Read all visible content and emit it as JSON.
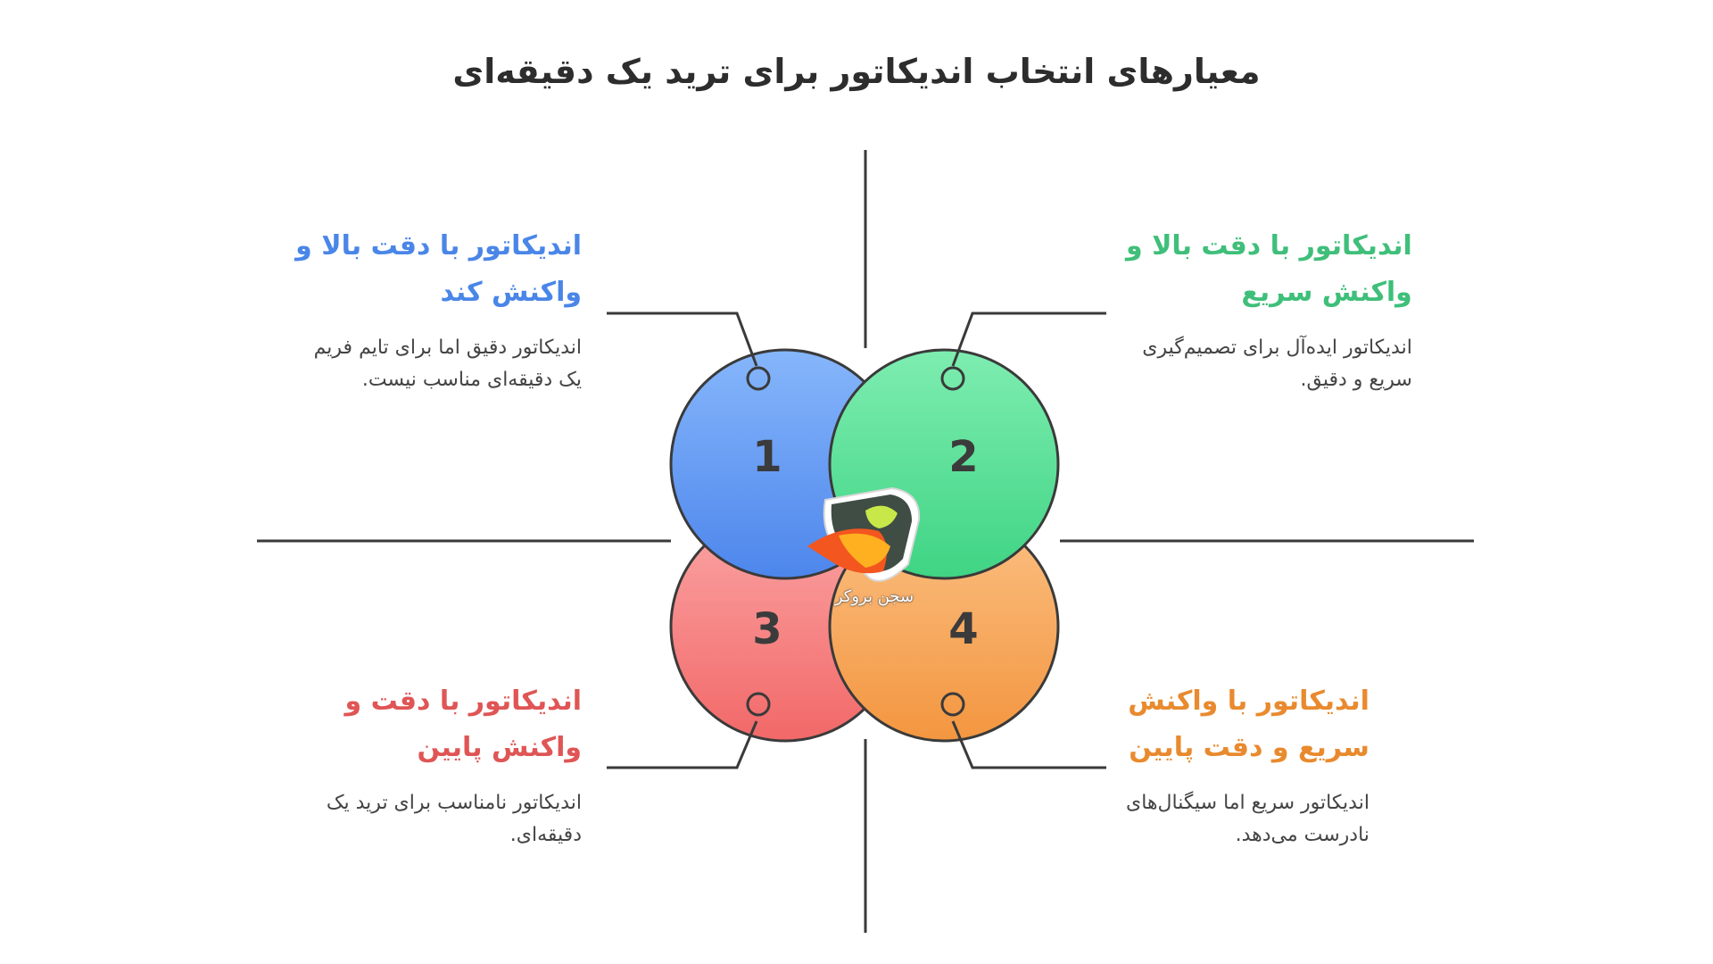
{
  "title": "معیارهای انتخاب اندیکاتور برای ترید یک دقیقه‌ای",
  "logo_text": "سجن بروکر",
  "items": [
    {
      "number": "1",
      "heading_line1": "اندیکاتور با دقت بالا و",
      "heading_line2": "واکنش کند",
      "desc_line1": "اندیکاتور دقیق اما برای تایم فریم",
      "desc_line2": "یک دقیقه‌ای مناسب نیست.",
      "color": "#5a95f0",
      "heading_color": "#4a86e8"
    },
    {
      "number": "2",
      "heading_line1": "اندیکاتور با دقت بالا و",
      "heading_line2": "واکنش سریع",
      "desc_line1": "اندیکاتور ایده‌آل برای تصمیم‌گیری",
      "desc_line2": "سریع و دقیق.",
      "color": "#52dc8f",
      "heading_color": "#3fbf7a"
    },
    {
      "number": "3",
      "heading_line1": "اندیکاتور با دقت و",
      "heading_line2": "واکنش پایین",
      "desc_line1": "اندیکاتور نامناسب برای ترید یک",
      "desc_line2": "دقیقه‌ای.",
      "color": "#f57c7c",
      "heading_color": "#e05555"
    },
    {
      "number": "4",
      "heading_line1": "اندیکاتور با واکنش",
      "heading_line2": "سریع و دقت پایین",
      "desc_line1": "اندیکاتور سریع اما سیگنال‌های",
      "desc_line2": "نادرست می‌دهد.",
      "color": "#f7a455",
      "heading_color": "#e98a2e"
    }
  ]
}
